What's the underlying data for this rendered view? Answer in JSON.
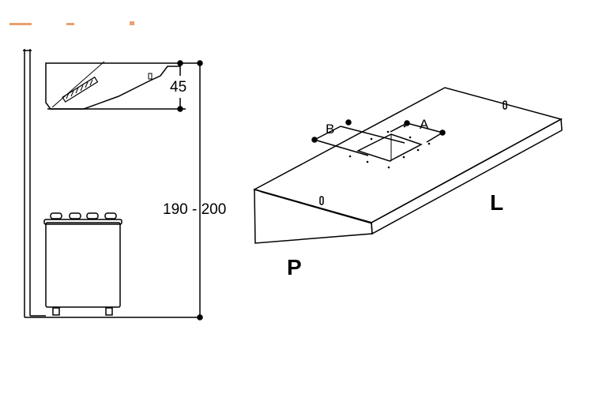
{
  "side_view": {
    "height_dimension": "45",
    "total_height_dimension": "190 - 200"
  },
  "perspective_view": {
    "label_depth": "P",
    "label_length": "L",
    "label_a": "A",
    "label_b": "B"
  },
  "colors": {
    "line": "#000000",
    "background": "#ffffff",
    "header_fragment": "#e8a070"
  }
}
